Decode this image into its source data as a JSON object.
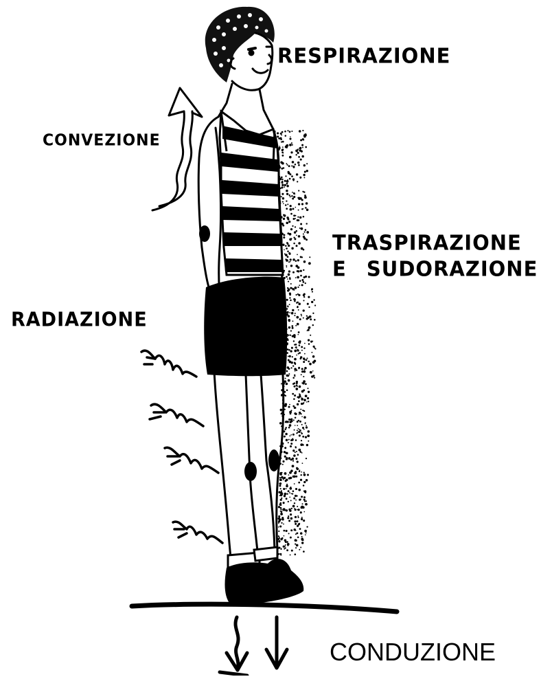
{
  "labels": {
    "respirazione": "RESPIRAZIONE",
    "convezione": "CONVEZIONE",
    "traspirazione_line1": "TRASPIRAZIONE",
    "traspirazione_line2": "E SUDORAZIONE",
    "radiazione": "RADIAZIONE",
    "conduzione": "CONDUZIONE"
  },
  "colors": {
    "ink": "#000000",
    "paper": "#ffffff"
  }
}
